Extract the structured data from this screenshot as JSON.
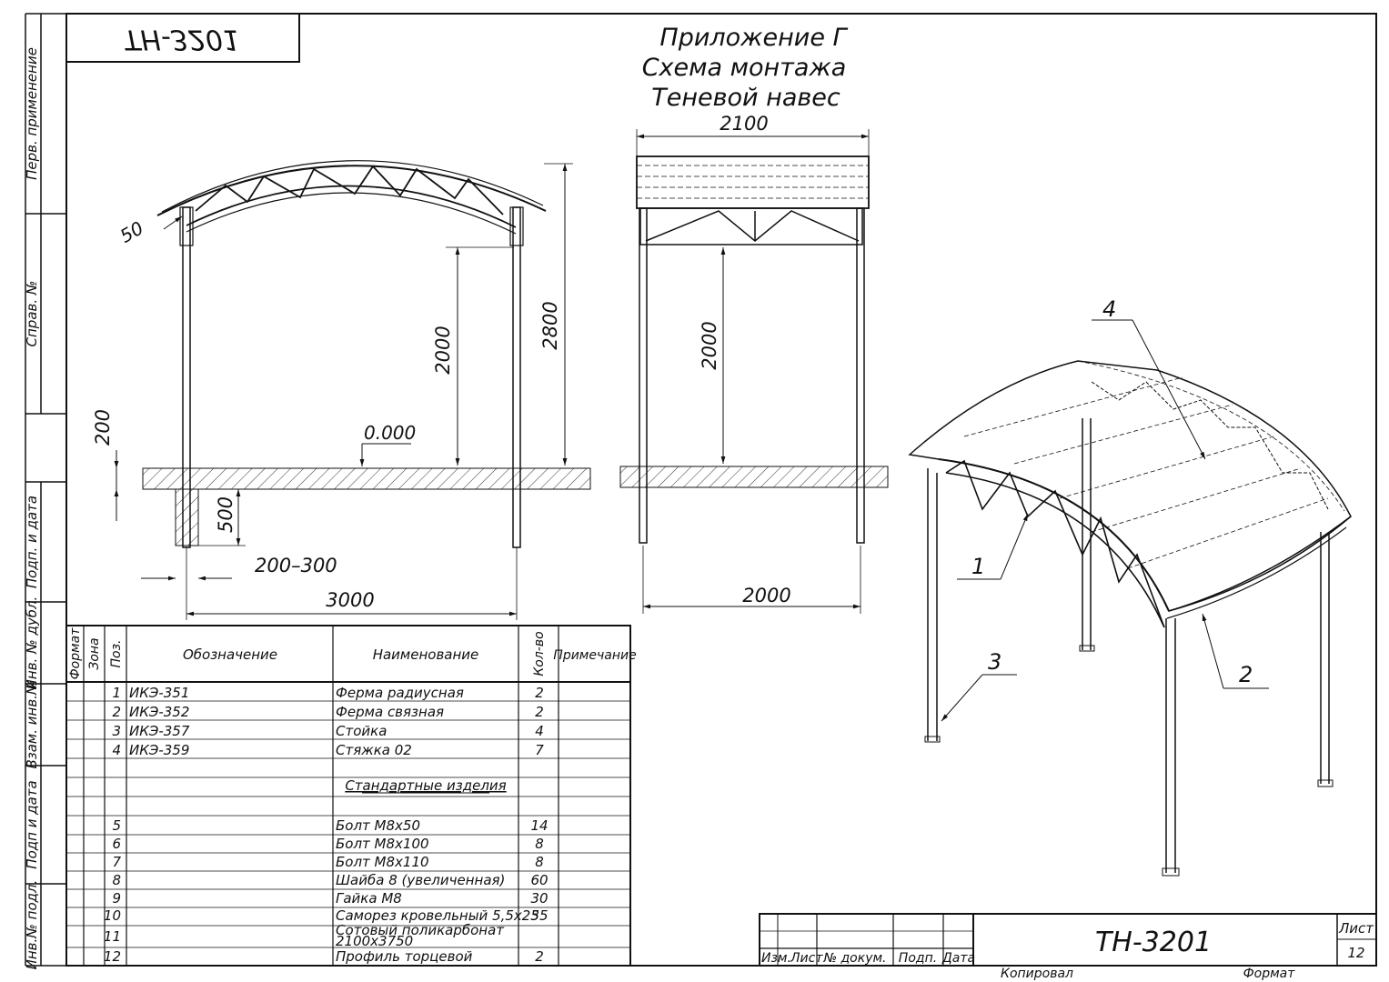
{
  "mirrored_code": "ТН-3201",
  "title": [
    "Приложение Г",
    "Схема монтажа",
    "Теневой навес"
  ],
  "side_strip": [
    "Перв. применение",
    "Справ. №",
    "Подп. и дата",
    "Инв. № дубл.",
    "Взам. инв.№",
    "Подп и дата",
    "Инв.№ подл."
  ],
  "dimensions": {
    "front": {
      "d50": "50",
      "d200": "200",
      "d2000": "2000",
      "d2800": "2800",
      "d500": "500",
      "level": "0.000",
      "d200_300": "200–300",
      "d3000": "3000"
    },
    "side": {
      "d2100": "2100",
      "d2000": "2000",
      "d2000_bottom": "2000"
    }
  },
  "callouts": [
    "1",
    "2",
    "3",
    "4"
  ],
  "bom": {
    "headers": [
      "Формат",
      "Зона",
      "Поз.",
      "Обозначение",
      "Наименование",
      "Кол-во",
      "Примечание"
    ],
    "rows": [
      {
        "pos": "1",
        "code": "ИКЭ-351",
        "name": "Ферма радиусная",
        "qty": "2"
      },
      {
        "pos": "2",
        "code": "ИКЭ-352",
        "name": "Ферма связная",
        "qty": "2"
      },
      {
        "pos": "3",
        "code": "ИКЭ-357",
        "name": "Стойка",
        "qty": "4"
      },
      {
        "pos": "4",
        "code": "ИКЭ-359",
        "name": "Стяжка 02",
        "qty": "7"
      }
    ],
    "section": "Стандартные изделия",
    "std_rows": [
      {
        "pos": "5",
        "name": "Болт М8х50",
        "qty": "14"
      },
      {
        "pos": "6",
        "name": "Болт М8х100",
        "qty": "8"
      },
      {
        "pos": "7",
        "name": "Болт М8х110",
        "qty": "8"
      },
      {
        "pos": "8",
        "name": "Шайба 8 (увеличенная)",
        "qty": "60"
      },
      {
        "pos": "9",
        "name": "Гайка М8",
        "qty": "30"
      },
      {
        "pos": "10",
        "name": "Саморез кровельный 5,5х25",
        "qty": "35"
      },
      {
        "pos": "11",
        "name": "Сотовый поликарбонат",
        "name2": "2100х3750",
        "qty": ""
      },
      {
        "pos": "12",
        "name": "Профиль торцевой",
        "qty": "2"
      }
    ]
  },
  "titleblock": {
    "code": "ТН-3201",
    "headers": [
      "Изм.",
      "Лист",
      "№ докум.",
      "Подп.",
      "Дата"
    ],
    "sheet_label": "Лист",
    "sheet_no": "12",
    "copied": "Копировал",
    "format": "Формат"
  }
}
